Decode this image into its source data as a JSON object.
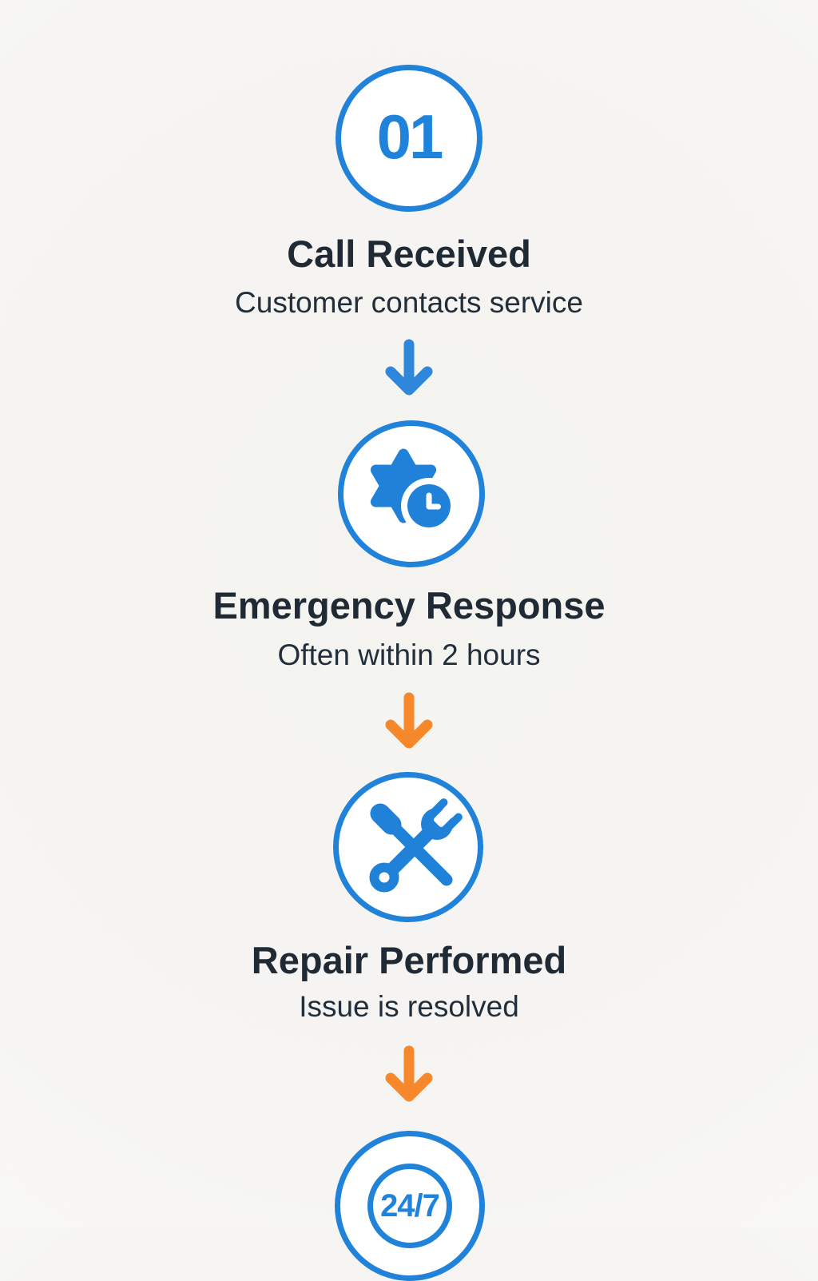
{
  "colors": {
    "primary_blue": "#2082d8",
    "icon_blue": "#1f82d8",
    "arrow_blue": "#2e87db",
    "arrow_orange": "#f6882b",
    "title_text": "#1f2a35",
    "subtitle_text": "#222e3a",
    "background": "#f5f4f1"
  },
  "flowchart": {
    "steps": [
      {
        "number": "01",
        "icon": "number-badge",
        "title": "Call Received",
        "subtitle": "Customer contacts service"
      },
      {
        "icon": "star-clock-icon",
        "title": "Emergency Response",
        "subtitle": "Often within 2 hours"
      },
      {
        "icon": "wrench-screwdriver-icon",
        "title": "Repair Performed",
        "subtitle": "Issue is resolved"
      },
      {
        "badge": "24/7",
        "icon": "24-7-badge"
      }
    ],
    "connectors": [
      {
        "after_step": 1,
        "direction": "down",
        "color": "blue"
      },
      {
        "after_step": 2,
        "direction": "down",
        "color": "orange"
      },
      {
        "after_step": 3,
        "direction": "down",
        "color": "orange"
      }
    ]
  }
}
